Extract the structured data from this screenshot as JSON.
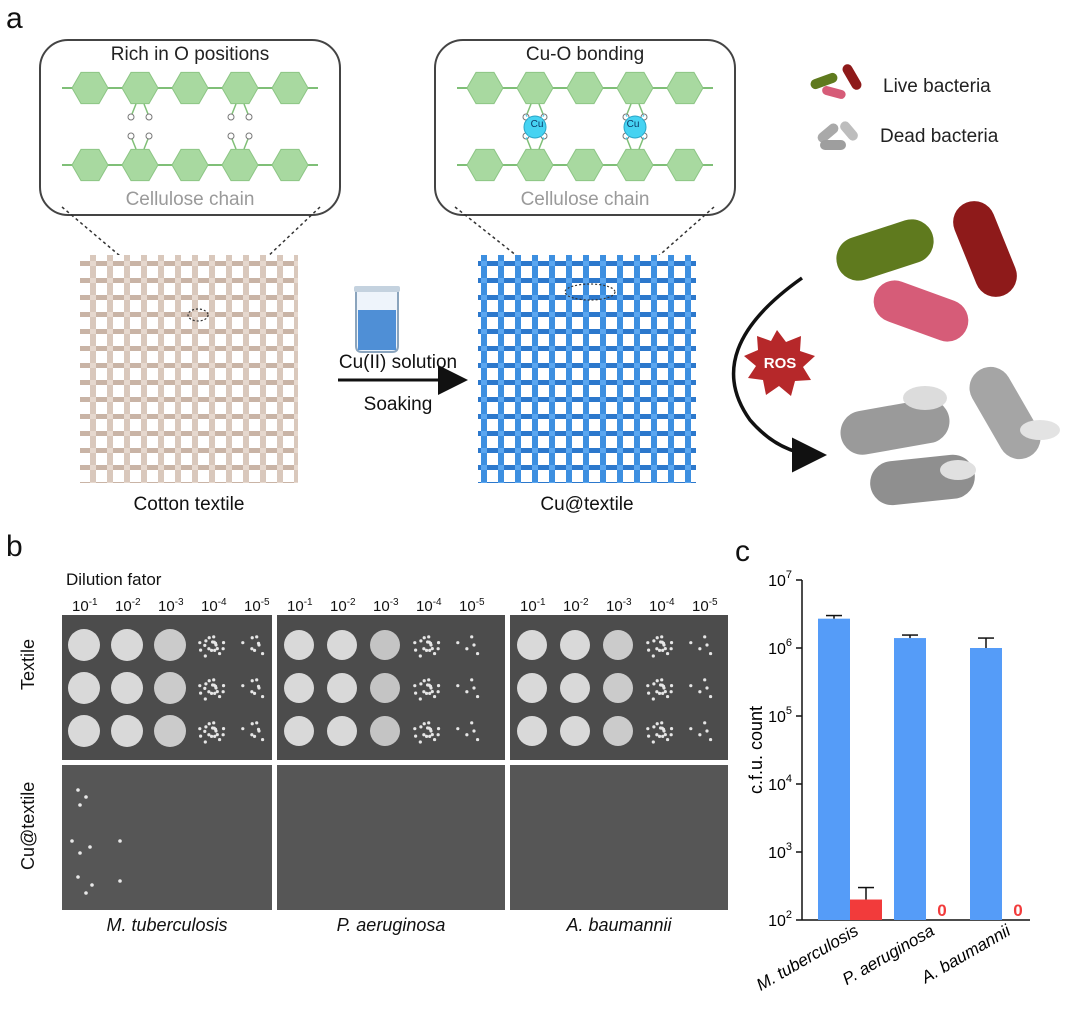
{
  "panel_a": {
    "letter": "a",
    "zoom_left_title": "Rich in O positions",
    "zoom_right_title": "Cu-O bonding",
    "chain_label": "Cellulose chain",
    "cu_label": "Cu",
    "legend_live": "Live bacteria",
    "legend_dead": "Dead bacteria",
    "reagent": "Cu(II) solution",
    "process": "Soaking",
    "cotton_label": "Cotton textile",
    "cu_textile_label": "Cu@textile",
    "ros": "ROS",
    "colors": {
      "cotton": "#d9c8bc",
      "cu_textile": "#3d8fe0",
      "hexagon": "#a8d9a0",
      "olive": "#5f7a1e",
      "maroon": "#8e1a1a",
      "pink": "#d65c78"
    }
  },
  "panel_b": {
    "letter": "b",
    "dilution_title": "Dilution fator",
    "dilutions": [
      "10-1",
      "10-2",
      "10-3",
      "10-4",
      "10-5"
    ],
    "row_labels": [
      "Textile",
      "Cu@textile"
    ],
    "organisms": [
      "M. tuberculosis",
      "P. aeruginosa",
      "A. baumannii"
    ]
  },
  "panel_c": {
    "letter": "c"
  },
  "chart_data": {
    "type": "bar",
    "ylabel": "c.f.u. count",
    "yscale": "log",
    "ylim": [
      100,
      10000000
    ],
    "yticks": [
      100,
      1000,
      10000,
      100000,
      1000000,
      10000000
    ],
    "categories": [
      "M. tuberculosis",
      "P. aeruginosa",
      "A. baumannii"
    ],
    "series": [
      {
        "color": "#559cf8",
        "values": [
          2700000,
          1400000,
          1000000
        ],
        "error": [
          300000,
          150000,
          400000
        ]
      },
      {
        "color": "#f23b3b",
        "values": [
          200,
          0,
          0
        ],
        "error": [
          100,
          0,
          0
        ]
      }
    ],
    "zero_labels": [
      "",
      "0",
      "0"
    ]
  }
}
